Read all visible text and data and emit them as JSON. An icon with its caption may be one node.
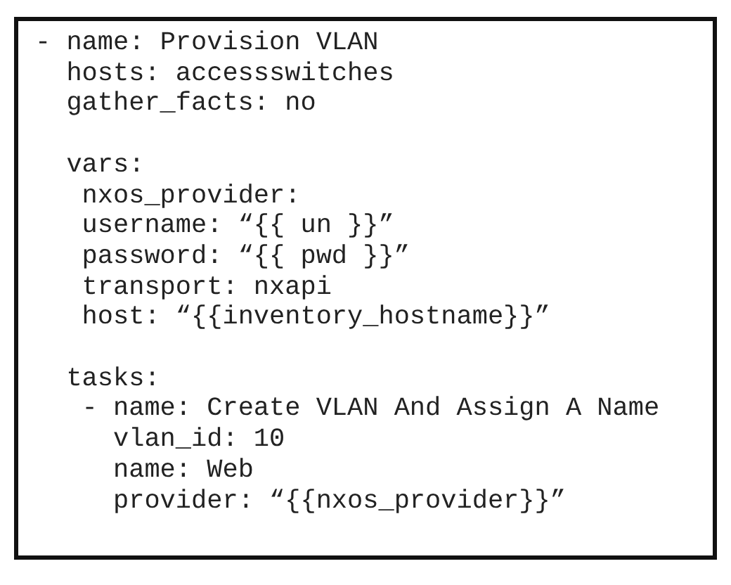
{
  "diagram": {
    "labels": [
      "- name: Provision VLAN",
      "hosts: accessswitches",
      "gather_facts: no",
      "vars:",
      "nxos_provider:",
      "username: “{{ un }}”",
      "password: “{{ pwd }}”",
      "transport: nxapi",
      "host: “{{inventory_hostname}}”",
      "tasks:",
      "- name: Create VLAN And Assign A Name",
      "vlan_id: 10",
      "name: Web",
      "provider: “{{nxos_provider}}”"
    ]
  }
}
